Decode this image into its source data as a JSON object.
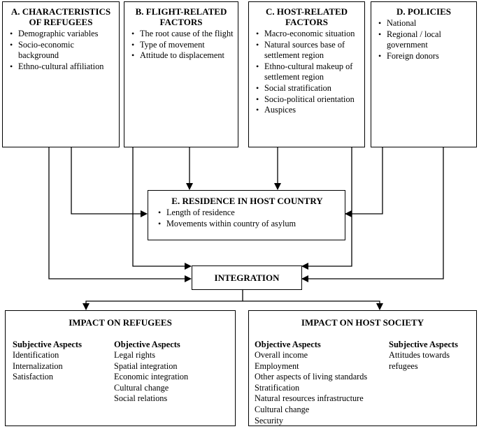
{
  "boxes": {
    "a": {
      "title": "A. CHARACTERISTICS OF REFUGEES",
      "items": [
        "Demographic variables",
        "Socio-economic background",
        "Ethno-cultural affiliation"
      ]
    },
    "b": {
      "title": "B. FLIGHT-RELATED FACTORS",
      "items": [
        "The root cause of the flight",
        "Type of movement",
        "Attitude to displacement"
      ]
    },
    "c": {
      "title": "C. HOST-RELATED FACTORS",
      "items": [
        "Macro-economic situation",
        "Natural sources base of settlement region",
        "Ethno-cultural makeup of settlement region",
        "Social stratification",
        "Socio-political orientation",
        "Auspices"
      ]
    },
    "d": {
      "title": "D. POLICIES",
      "items": [
        "National",
        "Regional / local government",
        "Foreign donors"
      ]
    },
    "e": {
      "title": "E. RESIDENCE IN HOST COUNTRY",
      "items": [
        "Length of residence",
        "Movements within country of asylum"
      ]
    },
    "integration": {
      "title": "INTEGRATION"
    },
    "refugees": {
      "title": "IMPACT ON REFUGEES",
      "subjective": {
        "heading": "Subjective Aspects",
        "items": [
          "Identification",
          "Internalization",
          "Satisfaction"
        ]
      },
      "objective": {
        "heading": "Objective Aspects",
        "items": [
          "Legal rights",
          "Spatial integration",
          "Economic integration",
          "Cultural change",
          "Social relations"
        ]
      }
    },
    "host": {
      "title": "IMPACT ON HOST SOCIETY",
      "objective": {
        "heading": "Objective Aspects",
        "items": [
          "Overall income",
          "Employment",
          "Other aspects of living standards",
          "Stratification",
          "Natural resources infrastructure",
          "Cultural change",
          "Security"
        ]
      },
      "subjective": {
        "heading": "Subjective Aspects",
        "items": [
          "Attitudes towards refugees"
        ]
      }
    }
  }
}
